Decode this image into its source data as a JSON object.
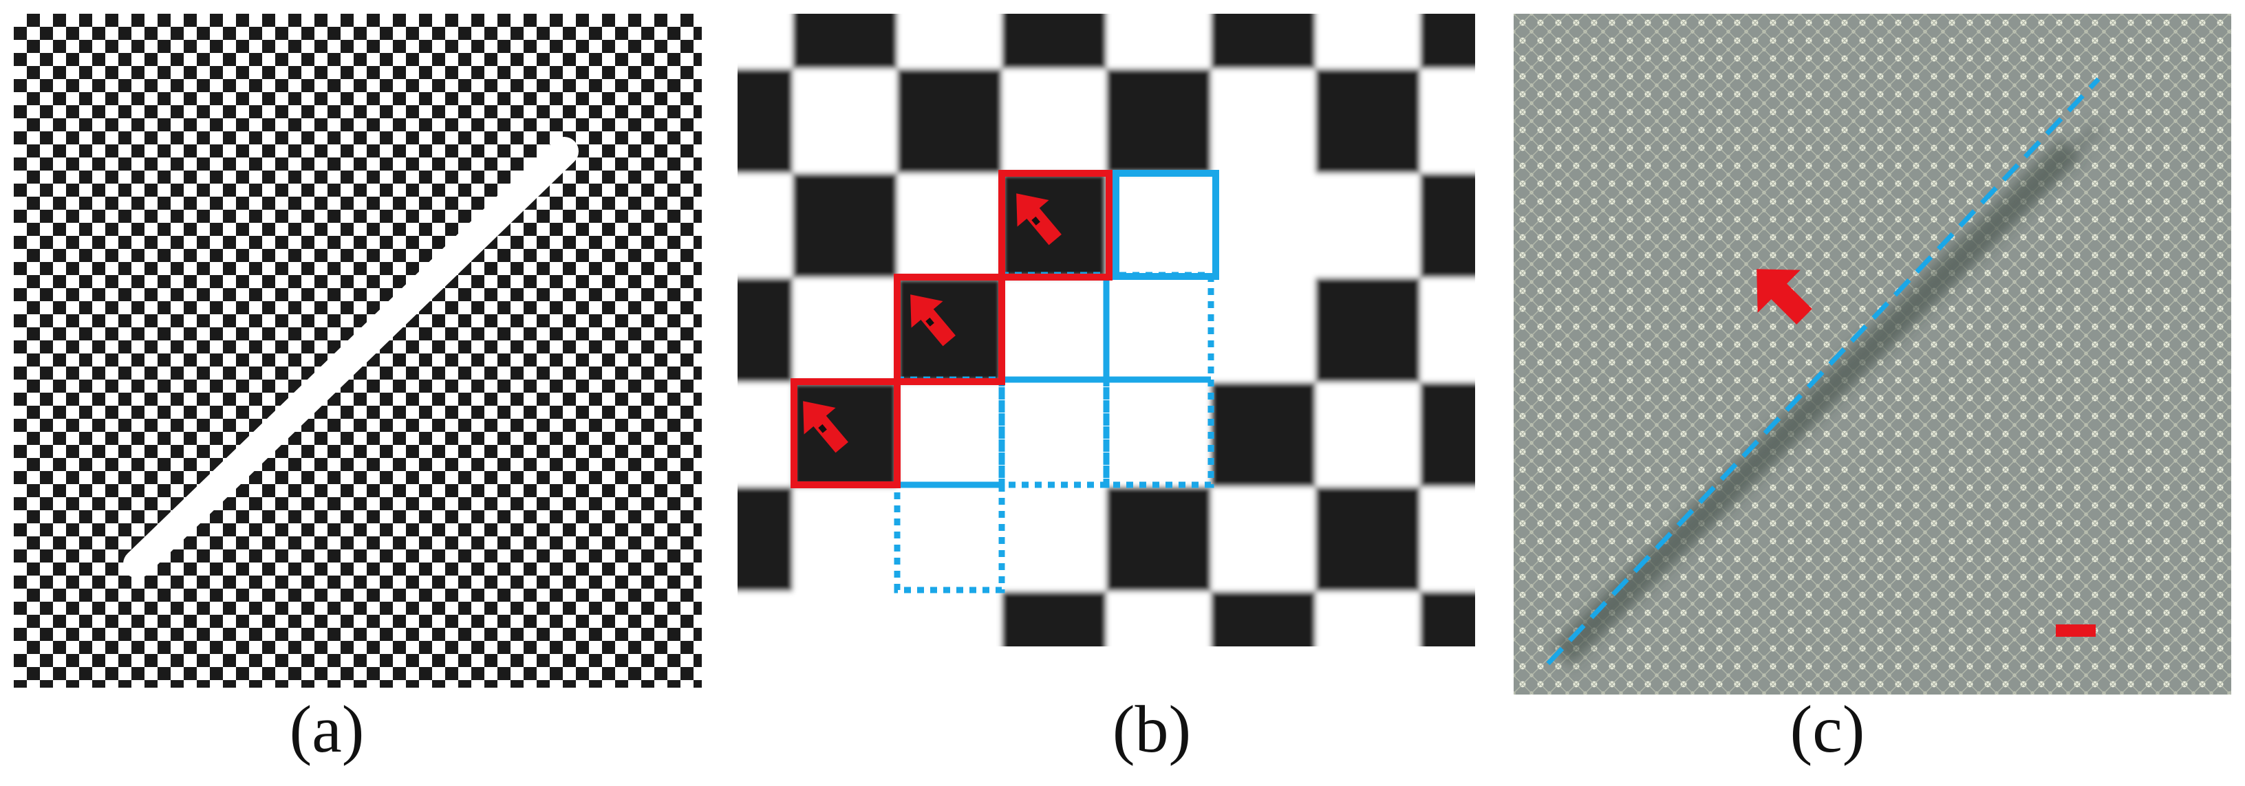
{
  "panels": [
    {
      "id": "a",
      "caption": "(a)"
    },
    {
      "id": "b",
      "caption": "(b)"
    },
    {
      "id": "c",
      "caption": "(c)"
    }
  ],
  "colors": {
    "dark_square": "#1a1a1a",
    "light_square": "#ffffff",
    "defect_highlight": "#e8141c",
    "grain_guide": "#1aa7e8",
    "fabric_base": "#8d9591"
  },
  "icons": {
    "panel_b_markers": "red-arrow-icon",
    "panel_c_marker": "red-arrow-icon",
    "panel_c_scale": "scale-bar-icon"
  }
}
